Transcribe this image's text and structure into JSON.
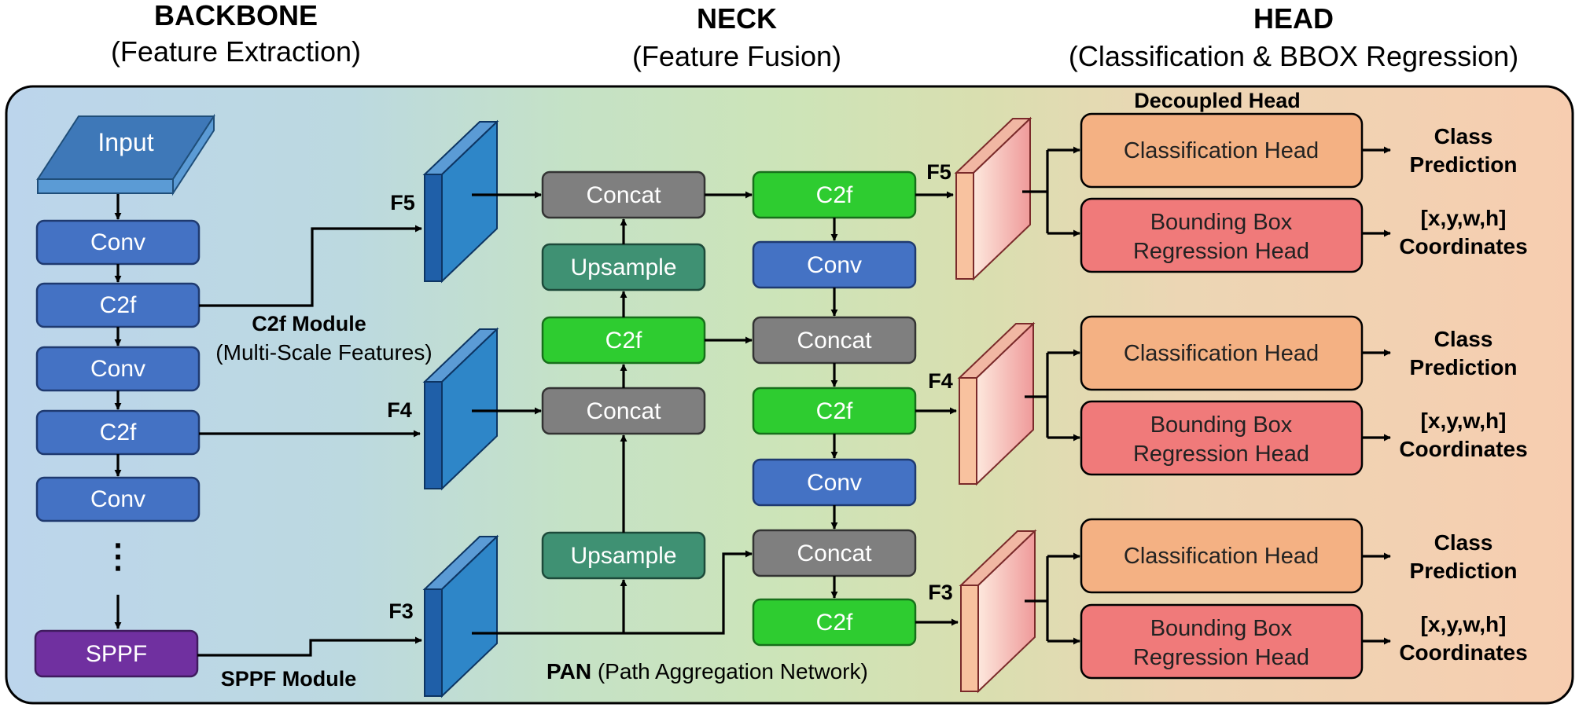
{
  "sections": {
    "backbone": {
      "title": "BACKBONE",
      "subtitle": "(Feature Extraction)"
    },
    "neck": {
      "title": "NECK",
      "subtitle": "(Feature Fusion)"
    },
    "head": {
      "title": "HEAD",
      "subtitle": "(Classification & BBOX Regression)"
    }
  },
  "backbone": {
    "input": "Input",
    "conv1": "Conv",
    "c2f1": "C2f",
    "conv2": "Conv",
    "c2f2": "C2f",
    "conv3": "Conv",
    "ellipsis": "⋮",
    "sppf": "SPPF",
    "c2f_module": "C2f Module",
    "c2f_module_sub": "(Multi-Scale Features)",
    "sppf_module": "SPPF Module"
  },
  "features": {
    "f5": "F5",
    "f4": "F4",
    "f3": "F3"
  },
  "neck": {
    "concat_top": "Concat",
    "upsample_top": "Upsample",
    "c2f_mid": "C2f",
    "concat_mid": "Concat",
    "upsample_bottom": "Upsample",
    "out_c2f_top": "C2f",
    "out_conv_top": "Conv",
    "out_concat_mid": "Concat",
    "out_c2f_mid": "C2f",
    "out_conv_bottom": "Conv",
    "out_concat_bottom": "Concat",
    "out_c2f_bottom": "C2f",
    "pan_bold": "PAN",
    "pan_rest": " (Path Aggregation Network)"
  },
  "head": {
    "decoupled": "Decoupled Head",
    "cls_head": "Classification Head",
    "bbox_head_line1": "Bounding Box",
    "bbox_head_line2": "Regression Head",
    "class_line1": "Class",
    "class_line2": "Prediction",
    "coord_line1": "[x,y,w,h]",
    "coord_line2": "Coordinates"
  },
  "colors": {
    "backbone_blue": "#4472c4",
    "sppf_purple": "#7030a0",
    "concat_gray": "#7f7f7f",
    "upsample_teal": "#3f9173",
    "c2f_green": "#2ecc30",
    "cls_orange": "#f4b183",
    "bbox_red": "#f07a7a",
    "feature_blue": "#2e86c8"
  }
}
